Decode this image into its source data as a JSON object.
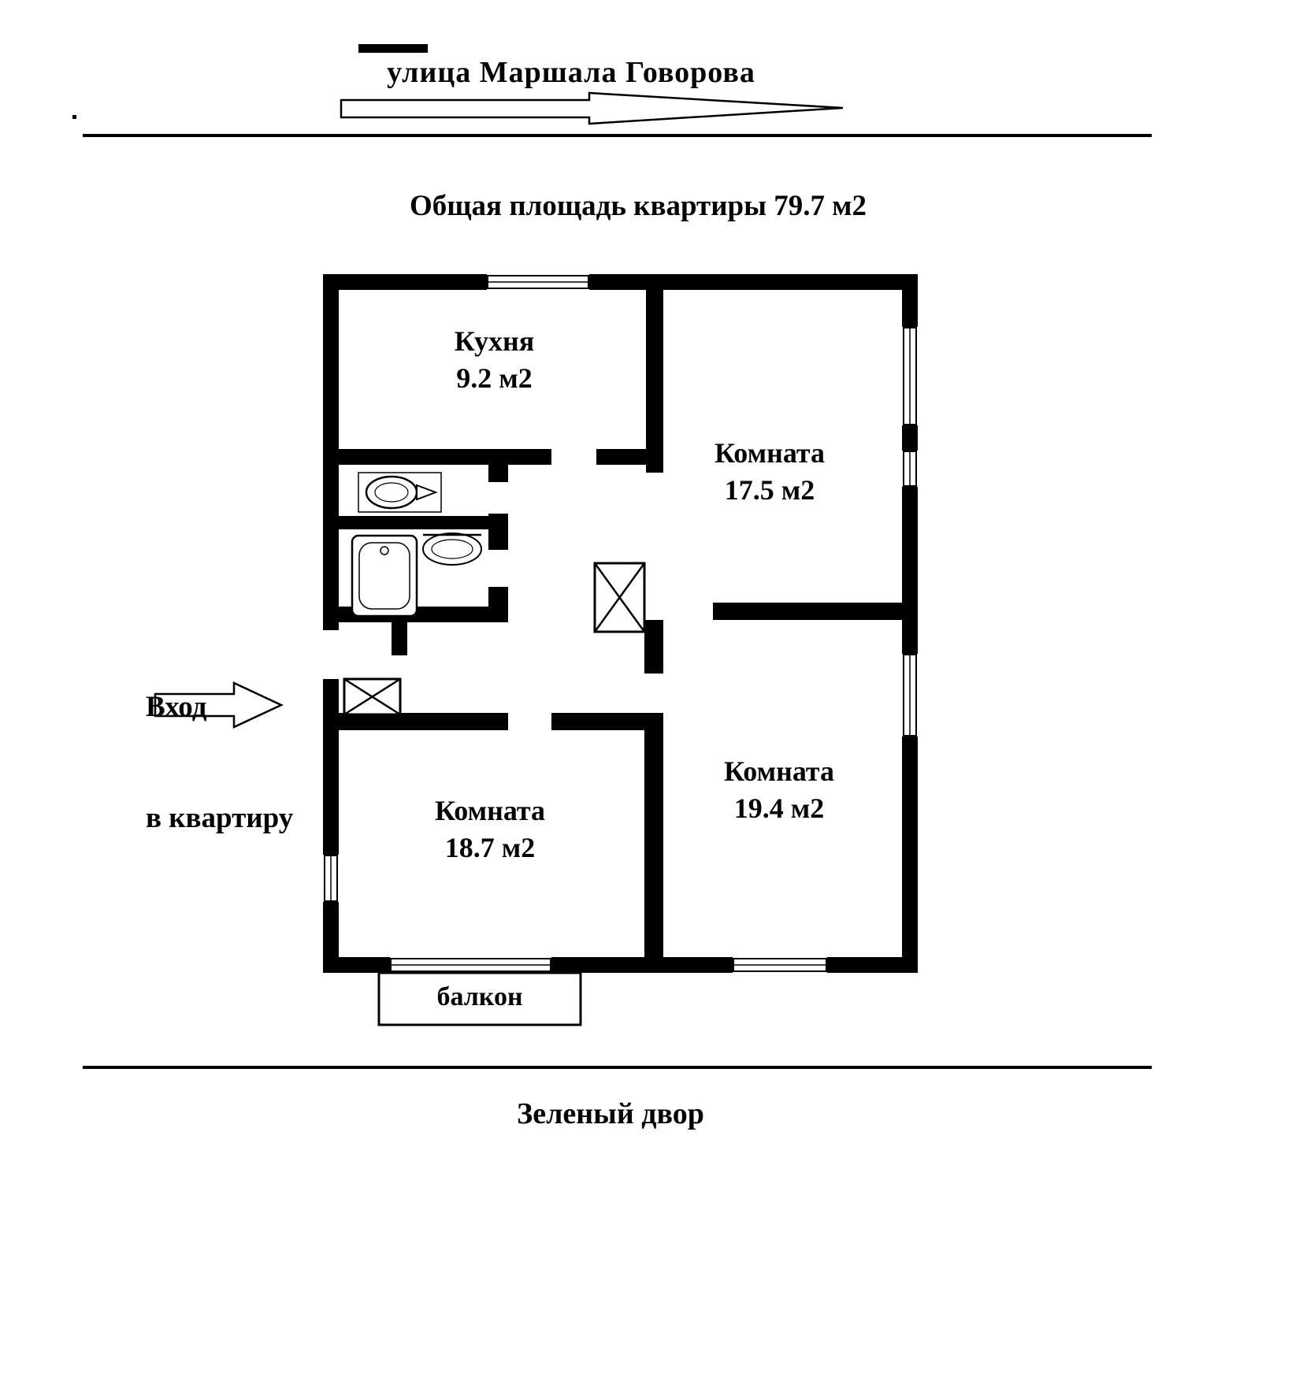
{
  "street": {
    "label": "улица Маршала Говорова"
  },
  "title": "Общая площадь квартиры 79.7 м2",
  "entrance": {
    "line1": "Вход",
    "line2": "в квартиру"
  },
  "rooms": {
    "kitchen": {
      "name": "Кухня",
      "area": "9.2 м2"
    },
    "room175": {
      "name": "Комната",
      "area": "17.5 м2"
    },
    "room194": {
      "name": "Комната",
      "area": "19.4 м2"
    },
    "room187": {
      "name": "Комната",
      "area": "18.7 м2"
    },
    "balcony": {
      "name": "балкон"
    }
  },
  "courtyard": {
    "label": "Зеленый двор"
  },
  "colors": {
    "wall": "#000000",
    "line": "#000000",
    "background": "#ffffff",
    "text": "#050505"
  }
}
